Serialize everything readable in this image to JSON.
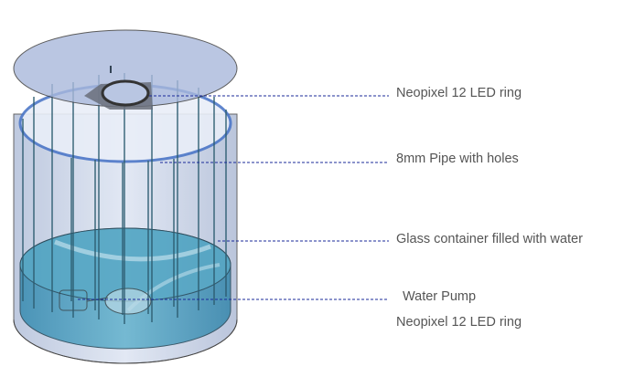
{
  "labels": {
    "led_ring_top": "Neopixel 12 LED ring",
    "pipe": "8mm Pipe with holes",
    "glass": "Glass container filled with water",
    "pump": "Water Pump",
    "led_ring_bottom": "Neopixel 12 LED ring"
  },
  "colors": {
    "leader": "#1a2a9a",
    "water": "#4a9fbf",
    "glass": "#c9d3e6",
    "text": "#555555"
  }
}
